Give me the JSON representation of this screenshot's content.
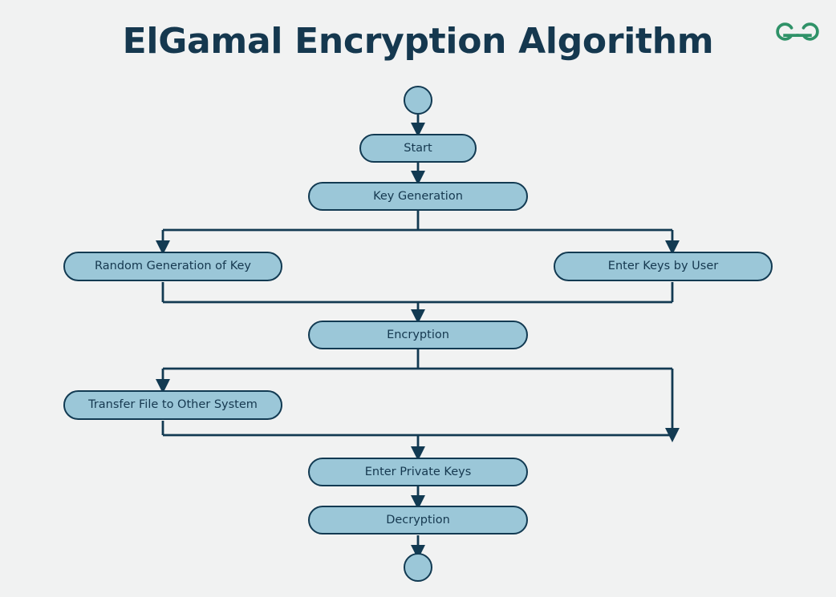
{
  "page": {
    "title": "ElGamal Encryption Algorithm",
    "background_color": "#f1f2f2",
    "node_fill": "#9bc7d8",
    "node_stroke": "#123a52",
    "text_color": "#15384f",
    "logo_color": "#2f9268",
    "logo_name": "geeksforgeeks-logo"
  },
  "diagram": {
    "type": "flowchart",
    "orientation": "top-to-bottom",
    "start_terminator": {
      "name": "start-terminator",
      "shape": "circle"
    },
    "end_terminator": {
      "name": "end-terminator",
      "shape": "circle"
    },
    "nodes": [
      {
        "id": "start",
        "label": "Start"
      },
      {
        "id": "key-generation",
        "label": "Key Generation"
      },
      {
        "id": "random-generation-of-key",
        "label": "Random Generation of Key"
      },
      {
        "id": "enter-keys-by-user",
        "label": "Enter Keys by User"
      },
      {
        "id": "encryption",
        "label": "Encryption"
      },
      {
        "id": "transfer-file-to-other-system",
        "label": "Transfer File to Other System"
      },
      {
        "id": "enter-private-keys",
        "label": "Enter Private Keys"
      },
      {
        "id": "decryption",
        "label": "Decryption"
      }
    ],
    "edges": [
      {
        "from": "start-terminator",
        "to": "start"
      },
      {
        "from": "start",
        "to": "key-generation"
      },
      {
        "from": "key-generation",
        "to": "random-generation-of-key"
      },
      {
        "from": "key-generation",
        "to": "enter-keys-by-user"
      },
      {
        "from": "random-generation-of-key",
        "to": "encryption"
      },
      {
        "from": "enter-keys-by-user",
        "to": "encryption"
      },
      {
        "from": "encryption",
        "to": "transfer-file-to-other-system"
      },
      {
        "from": "encryption",
        "to": "enter-private-keys"
      },
      {
        "from": "transfer-file-to-other-system",
        "to": "enter-private-keys"
      },
      {
        "from": "enter-private-keys",
        "to": "decryption"
      },
      {
        "from": "decryption",
        "to": "end-terminator"
      }
    ]
  }
}
